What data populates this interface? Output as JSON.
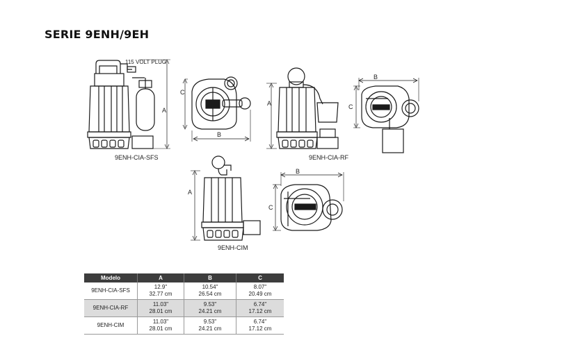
{
  "title": "SERIE 9ENH/9EH",
  "figures": {
    "plug_label": "115 VOLT PLUG",
    "sfs_caption": "9ENH-CIA-SFS",
    "rf_caption": "9ENH-CIA-RF",
    "cim_caption": "9ENH-CIM",
    "dim_a": "A",
    "dim_b": "B",
    "dim_c": "C"
  },
  "table": {
    "headers": [
      "Modelo",
      "A",
      "B",
      "C"
    ],
    "rows": [
      {
        "model": "9ENH-CIA-SFS",
        "a_in": "12.9\"",
        "a_cm": "32.77 cm",
        "b_in": "10.54\"",
        "b_cm": "26.54 cm",
        "c_in": "8.07\"",
        "c_cm": "20.49 cm"
      },
      {
        "model": "9ENH-CIA-RF",
        "a_in": "11.03\"",
        "a_cm": "28.01 cm",
        "b_in": "9.53\"",
        "b_cm": "24.21 cm",
        "c_in": "6.74\"",
        "c_cm": "17.12 cm"
      },
      {
        "model": "9ENH-CIM",
        "a_in": "11.03\"",
        "a_cm": "28.01 cm",
        "b_in": "9.53\"",
        "b_cm": "24.21 cm",
        "c_in": "6.74\"",
        "c_cm": "17.12 cm"
      }
    ]
  },
  "colors": {
    "line": "#1a1a1a",
    "header_bg": "#3d3d3d",
    "shade_row": "#dcdcdc"
  }
}
